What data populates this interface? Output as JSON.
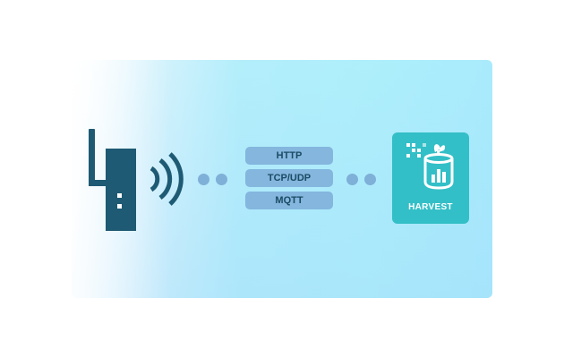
{
  "protocols": [
    {
      "label": "HTTP"
    },
    {
      "label": "TCP/UDP"
    },
    {
      "label": "MQTT"
    }
  ],
  "destination": {
    "label": "HARVEST"
  },
  "colors": {
    "device": "#1e5a73",
    "connector_dot": "#7fb0d8",
    "pill_bg": "#84b6de",
    "pill_text": "#1c4b63",
    "harvest_bg": "#33bfc7",
    "panel_bg": "#aeeffb"
  },
  "icons": [
    "router-icon",
    "wifi-signal-icon",
    "harvest-logo-icon"
  ]
}
